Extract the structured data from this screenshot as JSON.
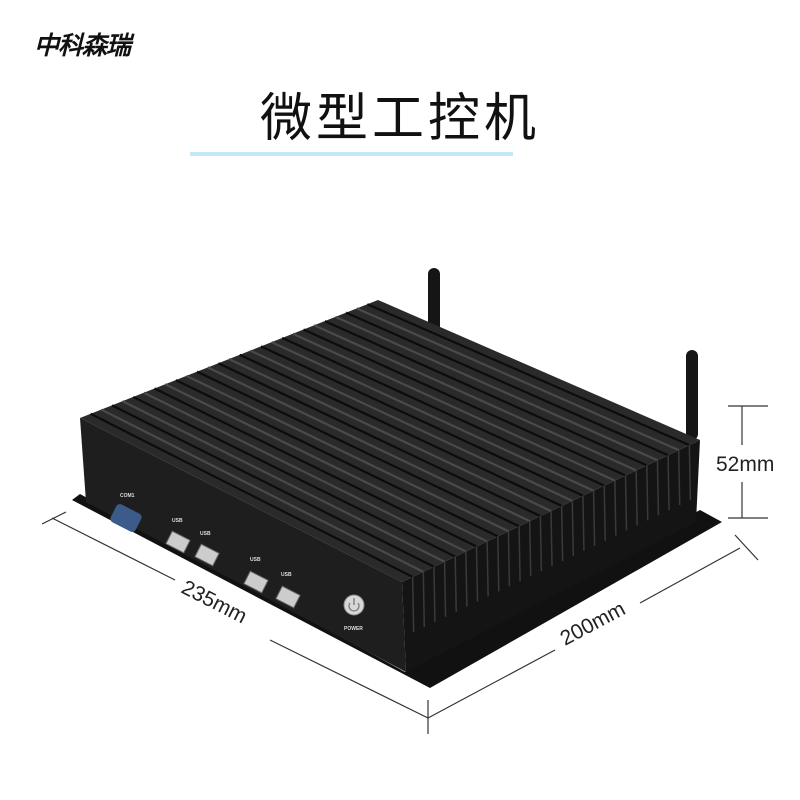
{
  "brand": "中科森瑞",
  "title": "微型工控机",
  "dimensions": {
    "length": "235mm",
    "width": "200mm",
    "height": "52mm"
  },
  "ports": {
    "com": "COM1",
    "usb": "USB",
    "power": "POWER"
  },
  "colors": {
    "accent_line": "#c4e8f6",
    "body": "#1c1c1c",
    "dim_line": "#333333"
  }
}
